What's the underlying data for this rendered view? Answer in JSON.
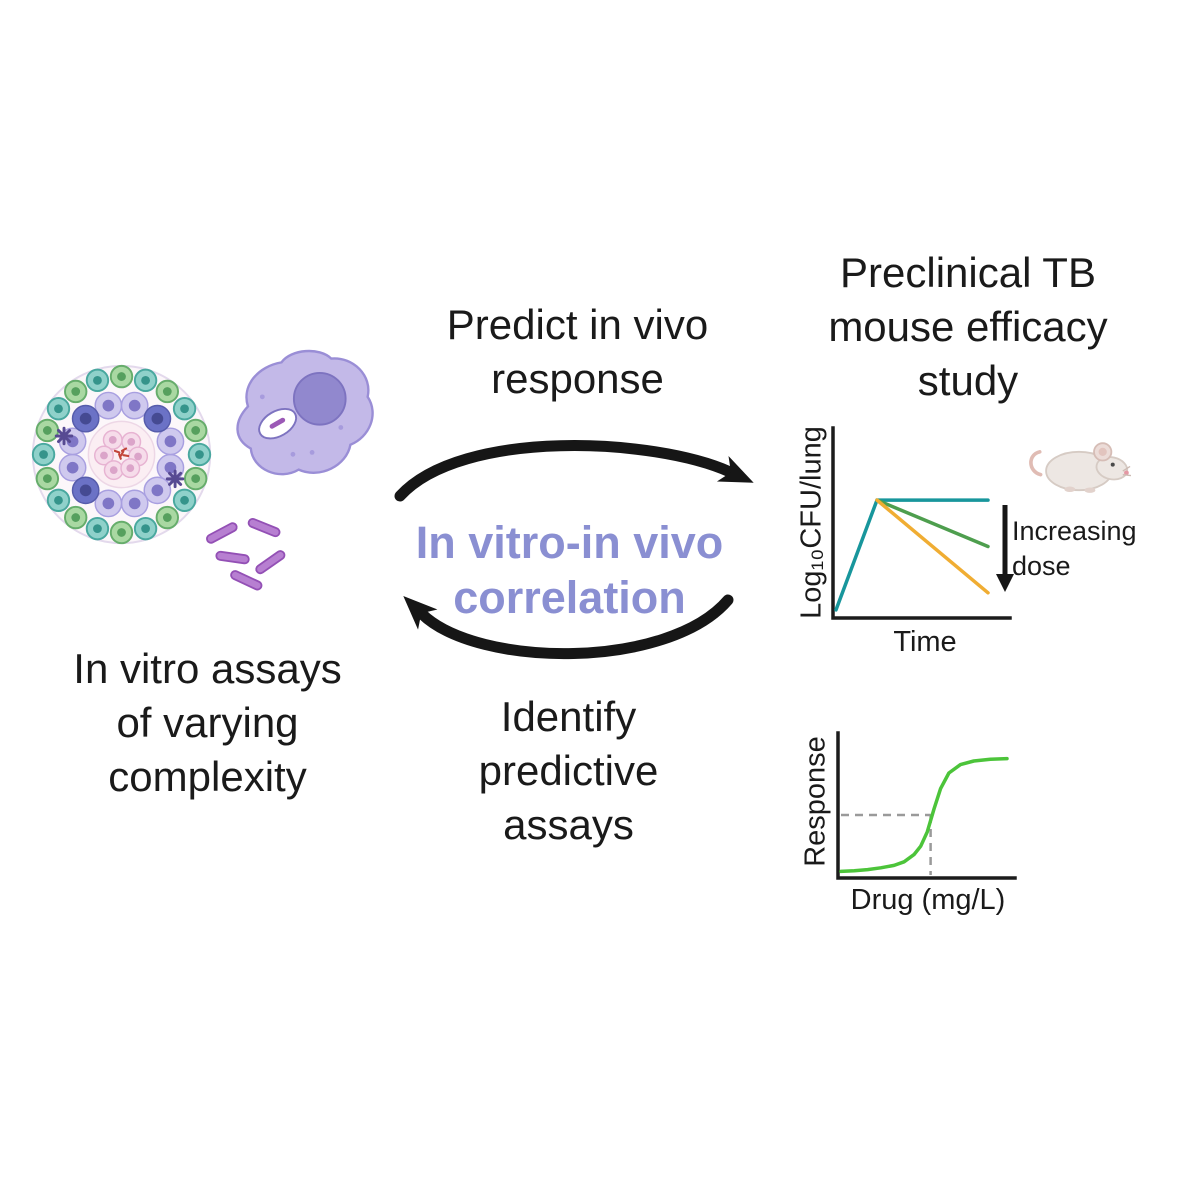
{
  "figure": {
    "left_caption": "In vitro assays\nof varying\ncomplexity",
    "predict_label": "Predict in vivo\nresponse",
    "correlation_label": "In vitro-in vivo\ncorrelation",
    "identify_label": "Identify\npredictive\nassays",
    "right_title": "Preclinical TB\nmouse efficacy\nstudy",
    "accent_purple": "#8a8fd2",
    "arrow_color": "#161616"
  },
  "chart_data": [
    {
      "type": "line",
      "title": "",
      "xlabel": "Time",
      "ylabel": "Log₁₀CFU/lung",
      "annotation": "Increasing dose",
      "x_range": [
        0,
        1
      ],
      "y_range": [
        0,
        1
      ],
      "grid": false,
      "legend": "none",
      "series": [
        {
          "name": "no-drug-control",
          "color": "#18969c",
          "x": [
            0,
            0.27,
            1
          ],
          "y": [
            0.05,
            0.95,
            0.95
          ]
        },
        {
          "name": "low-dose",
          "color": "#4e9e4e",
          "x": [
            0.27,
            1
          ],
          "y": [
            0.95,
            0.57
          ]
        },
        {
          "name": "high-dose",
          "color": "#f0ad33",
          "x": [
            0.27,
            1
          ],
          "y": [
            0.95,
            0.19
          ]
        }
      ]
    },
    {
      "type": "line",
      "title": "",
      "xlabel": "Drug (mg/L)",
      "ylabel": "Response",
      "x_range": [
        0,
        1
      ],
      "y_range": [
        0,
        1
      ],
      "grid": false,
      "legend": "none",
      "series": [
        {
          "name": "dose-response",
          "color": "#4cc43a",
          "x": [
            0,
            0.08,
            0.16,
            0.24,
            0.32,
            0.38,
            0.44,
            0.48,
            0.52,
            0.56,
            0.6,
            0.65,
            0.72,
            0.8,
            0.9,
            1
          ],
          "y": [
            0.03,
            0.035,
            0.045,
            0.06,
            0.08,
            0.11,
            0.17,
            0.24,
            0.36,
            0.55,
            0.72,
            0.85,
            0.92,
            0.95,
            0.965,
            0.97
          ]
        }
      ],
      "marker": {
        "x": 0.54,
        "y": 0.5,
        "style": "dashed"
      }
    }
  ]
}
